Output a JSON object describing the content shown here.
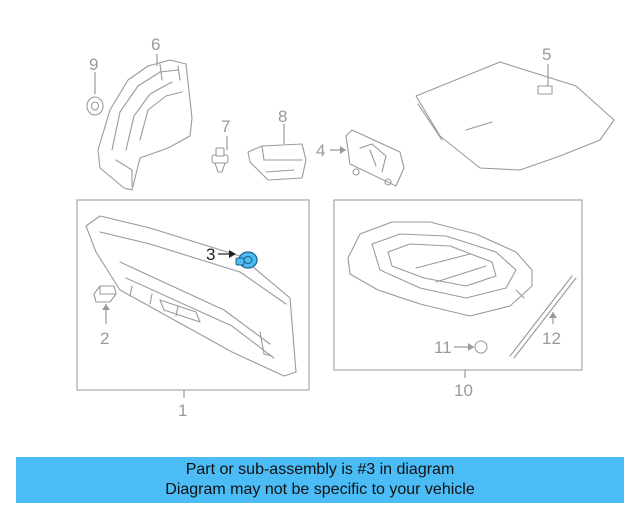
{
  "callouts": {
    "c1": "1",
    "c2": "2",
    "c3": "3",
    "c4": "4",
    "c5": "5",
    "c6": "6",
    "c7": "7",
    "c8": "8",
    "c9": "9",
    "c10": "10",
    "c11": "11",
    "c12": "12"
  },
  "highlight_callout": "3",
  "banner": {
    "line1": "Part or sub-assembly is #3 in diagram",
    "line2": "Diagram may not be specific to your vehicle",
    "background": "#4bbcf5"
  },
  "colors": {
    "line_art": "#9a9a9a",
    "highlight_part": "#4bbcf5"
  }
}
